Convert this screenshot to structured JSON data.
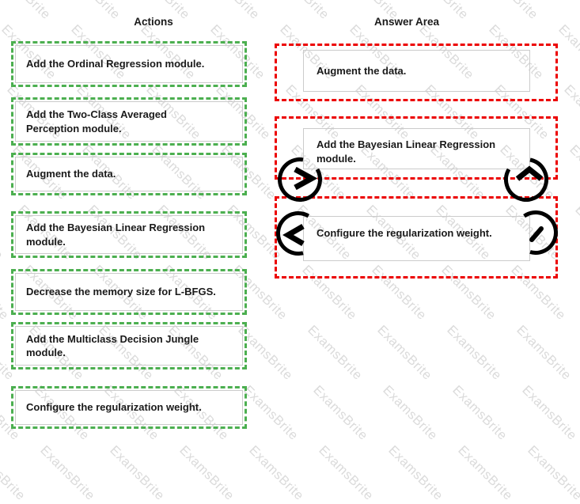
{
  "watermark": {
    "text": "ExamsBrite"
  },
  "columns": {
    "actions": {
      "title": "Actions"
    },
    "answer_area": {
      "title": "Answer Area"
    }
  },
  "actions": [
    {
      "label": "Add the Ordinal Regression module."
    },
    {
      "label": "Add the Two-Class Averaged Perception module."
    },
    {
      "label": "Augment the data."
    },
    {
      "label": "Add the Bayesian Linear Regression module."
    },
    {
      "label": "Decrease the memory size for L-BFGS."
    },
    {
      "label": "Add the Multiclass Decision Jungle module."
    },
    {
      "label": "Configure the regularization weight."
    }
  ],
  "answers": [
    {
      "label": "Augment the data."
    },
    {
      "label": "Add the Bayesian Linear Regression module."
    },
    {
      "label": "Configure the regularization weight."
    }
  ],
  "icons": {
    "move_right": "circle-chevron-right",
    "move_up": "circle-chevron-up",
    "move_left": "circle-chevron-left",
    "move_down": "circle-chevron-partial"
  },
  "colors": {
    "action_box_border": "#4caf50",
    "answer_box_border": "#ec0000",
    "inner_box_border": "#cbcbcb",
    "text": "#1a1a1a",
    "icon": "#000000",
    "watermark_text": "#dbdbdb"
  }
}
